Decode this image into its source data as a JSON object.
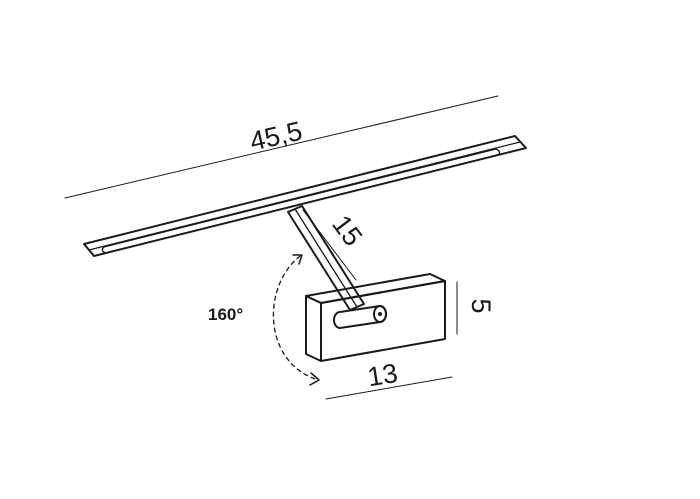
{
  "diagram": {
    "dimensions": {
      "bar_length": "45,5",
      "arm_length": "15",
      "base_height": "5",
      "base_width": "13"
    },
    "rotation_angle": "160°",
    "colors": {
      "line": "#1a1a1a",
      "background": "#ffffff"
    }
  }
}
